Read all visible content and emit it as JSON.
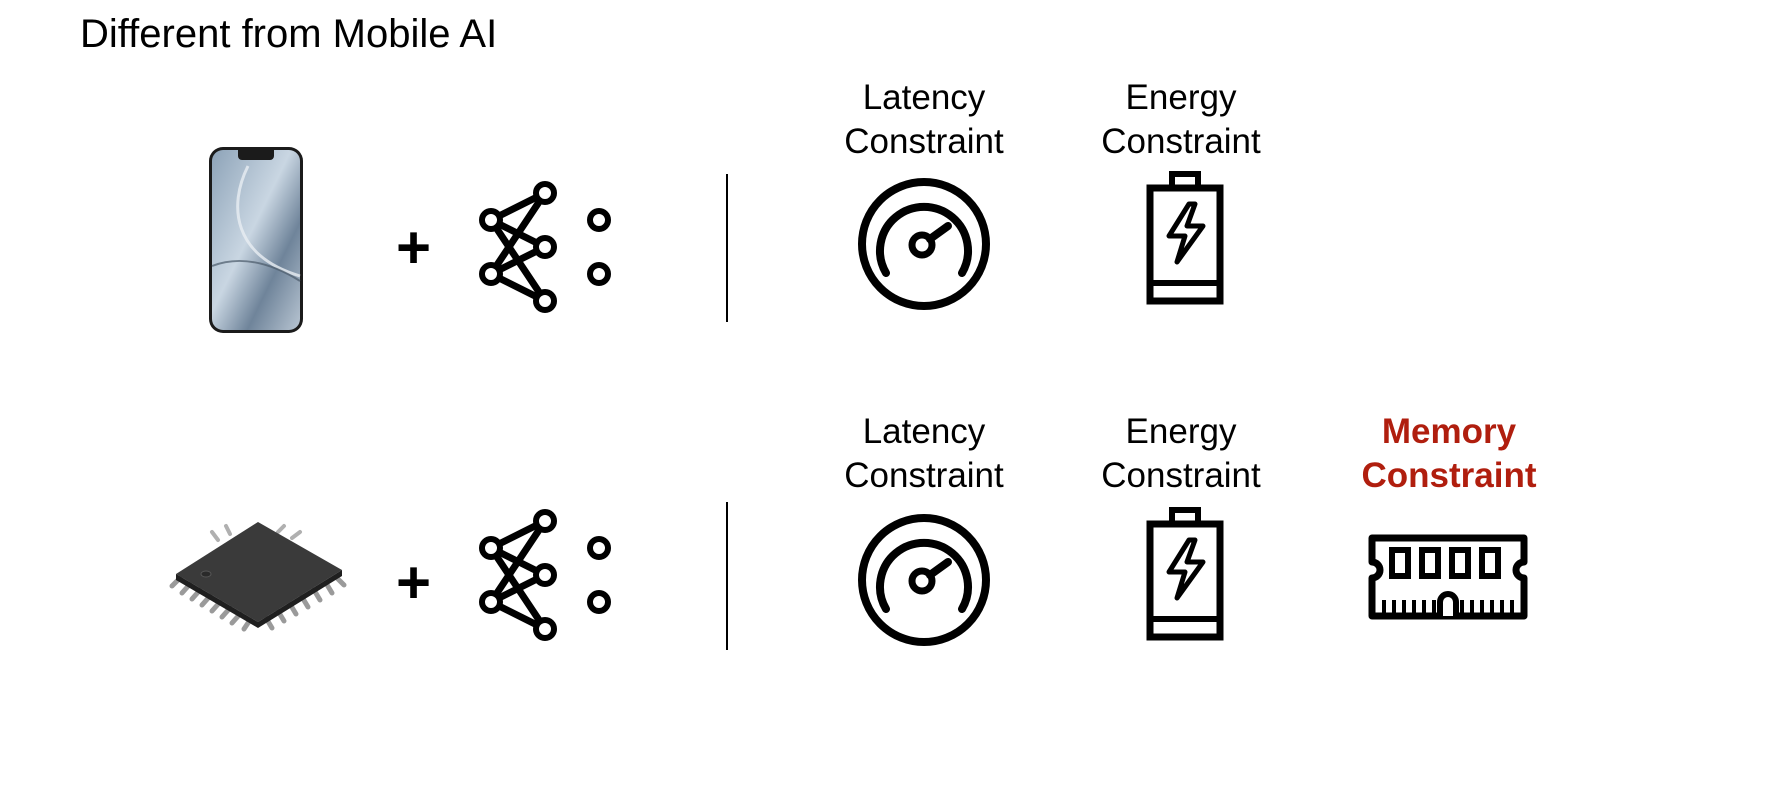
{
  "slide": {
    "title": "Different from Mobile AI"
  },
  "rows": [
    {
      "device": "smartphone-icon",
      "operator": "+",
      "model": "neural-network-icon",
      "constraints": [
        {
          "line1": "Latency",
          "line2": "Constraint",
          "icon": "speedometer-icon"
        },
        {
          "line1": "Energy",
          "line2": "Constraint",
          "icon": "battery-icon"
        }
      ]
    },
    {
      "device": "microcontroller-chip-icon",
      "operator": "+",
      "model": "neural-network-icon",
      "constraints": [
        {
          "line1": "Latency",
          "line2": "Constraint",
          "icon": "speedometer-icon"
        },
        {
          "line1": "Energy",
          "line2": "Constraint",
          "icon": "battery-icon"
        },
        {
          "line1": "Memory",
          "line2": "Constraint",
          "icon": "memory-module-icon"
        }
      ]
    }
  ],
  "colors": {
    "accent": "#b01e0e",
    "text": "#000000"
  }
}
